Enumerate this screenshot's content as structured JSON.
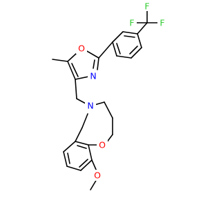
{
  "molecule": {
    "colors": {
      "bond": "#000000",
      "carbon": "#000000",
      "oxygen": "#ff0000",
      "nitrogen": "#0000ff",
      "fluorine": "#33cc33"
    },
    "atom_labels": {
      "ring_oxygen_oxazole": "O",
      "ring_nitrogen_oxazole": "N",
      "amine_nitrogen": "N",
      "ring_oxygen_benzoxocine": "O",
      "methoxy_oxygen": "O",
      "fluorine_top": "F",
      "fluorine_right": "F",
      "fluorine_left": "F"
    }
  }
}
